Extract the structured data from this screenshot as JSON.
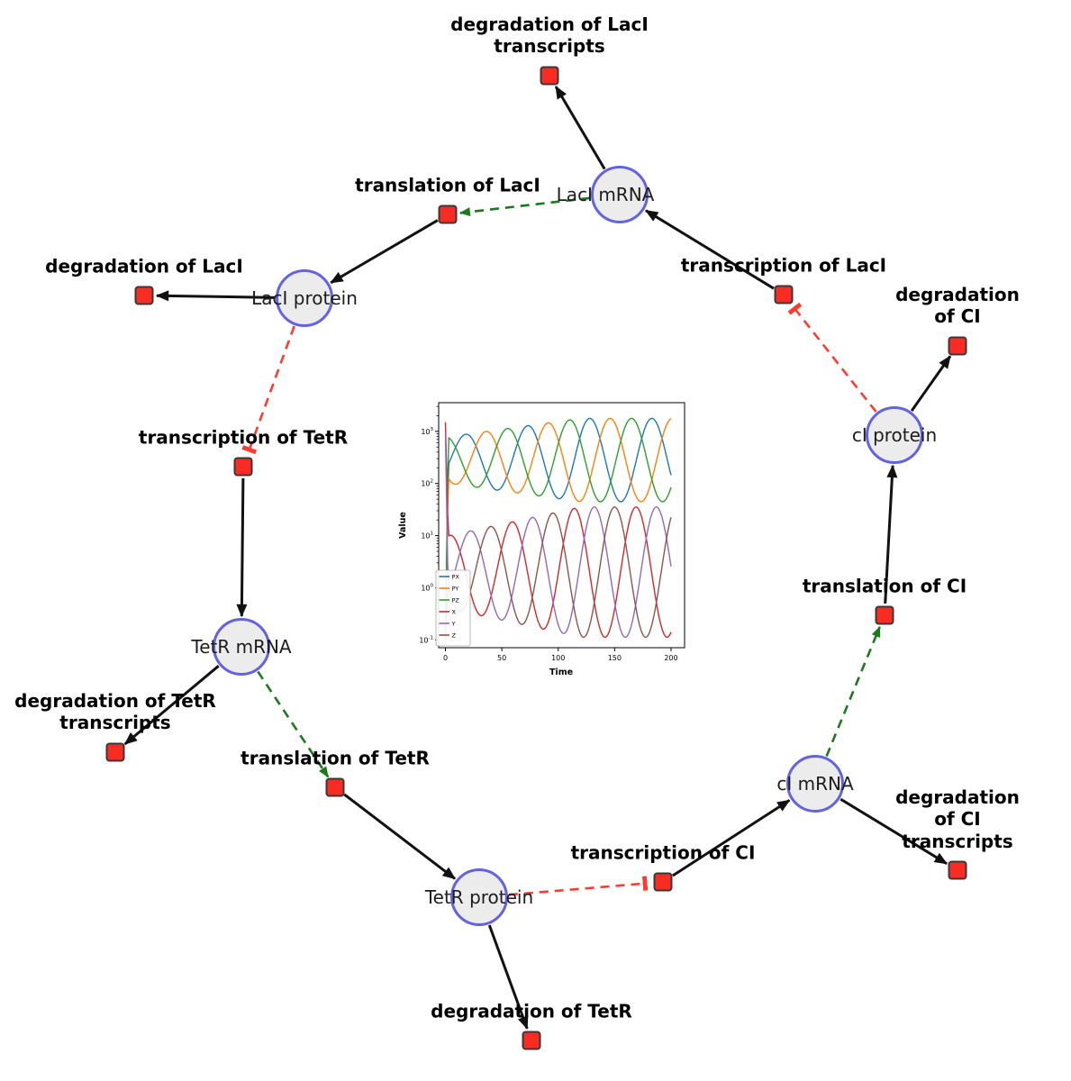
{
  "diagram": {
    "nodes": [
      {
        "id": "laci_mrna",
        "kind": "species",
        "label": "LacI mRNA"
      },
      {
        "id": "laci_prot",
        "kind": "species",
        "label": "LacI protein"
      },
      {
        "id": "tetr_mrna",
        "kind": "species",
        "label": "TetR mRNA"
      },
      {
        "id": "tetr_prot",
        "kind": "species",
        "label": "TetR protein"
      },
      {
        "id": "ci_mrna",
        "kind": "species",
        "label": "cI mRNA"
      },
      {
        "id": "ci_prot",
        "kind": "species",
        "label": "cI protein"
      },
      {
        "id": "deg_laci_tx",
        "kind": "reaction",
        "label": "degradation of LacI\ntranscripts"
      },
      {
        "id": "transl_laci",
        "kind": "reaction",
        "label": "translation of LacI"
      },
      {
        "id": "deg_laci",
        "kind": "reaction",
        "label": "degradation of LacI"
      },
      {
        "id": "txn_laci",
        "kind": "reaction",
        "label": "transcription of LacI"
      },
      {
        "id": "deg_ci",
        "kind": "reaction",
        "label": "degradation of CI"
      },
      {
        "id": "txn_tetr",
        "kind": "reaction",
        "label": "transcription of TetR"
      },
      {
        "id": "transl_ci",
        "kind": "reaction",
        "label": "translation of CI"
      },
      {
        "id": "deg_tetr_tx",
        "kind": "reaction",
        "label": "degradation of TetR\ntranscripts"
      },
      {
        "id": "transl_tetr",
        "kind": "reaction",
        "label": "translation of TetR"
      },
      {
        "id": "txn_ci",
        "kind": "reaction",
        "label": "transcription of CI"
      },
      {
        "id": "deg_ci_tx",
        "kind": "reaction",
        "label": "degradation of CI\ntranscripts"
      },
      {
        "id": "deg_tetr",
        "kind": "reaction",
        "label": "degradation of TetR"
      }
    ],
    "edges": [
      {
        "from": "laci_mrna",
        "to": "deg_laci_tx",
        "type": "consumption"
      },
      {
        "from": "laci_mrna",
        "to": "transl_laci",
        "type": "modifier"
      },
      {
        "from": "transl_laci",
        "to": "laci_prot",
        "type": "production"
      },
      {
        "from": "laci_prot",
        "to": "deg_laci",
        "type": "consumption"
      },
      {
        "from": "laci_prot",
        "to": "txn_tetr",
        "type": "inhibition"
      },
      {
        "from": "txn_tetr",
        "to": "tetr_mrna",
        "type": "production"
      },
      {
        "from": "tetr_mrna",
        "to": "deg_tetr_tx",
        "type": "consumption"
      },
      {
        "from": "tetr_mrna",
        "to": "transl_tetr",
        "type": "modifier"
      },
      {
        "from": "transl_tetr",
        "to": "tetr_prot",
        "type": "production"
      },
      {
        "from": "tetr_prot",
        "to": "deg_tetr",
        "type": "consumption"
      },
      {
        "from": "tetr_prot",
        "to": "txn_ci",
        "type": "inhibition"
      },
      {
        "from": "txn_ci",
        "to": "ci_mrna",
        "type": "production"
      },
      {
        "from": "ci_mrna",
        "to": "deg_ci_tx",
        "type": "consumption"
      },
      {
        "from": "ci_mrna",
        "to": "transl_ci",
        "type": "modifier"
      },
      {
        "from": "transl_ci",
        "to": "ci_prot",
        "type": "production"
      },
      {
        "from": "ci_prot",
        "to": "deg_ci",
        "type": "consumption"
      },
      {
        "from": "ci_prot",
        "to": "txn_laci",
        "type": "inhibition"
      },
      {
        "from": "txn_laci",
        "to": "laci_mrna",
        "type": "production"
      }
    ],
    "edge_types": {
      "consumption": {
        "color": "#111111",
        "style": "solid",
        "end": "arrow"
      },
      "production": {
        "color": "#111111",
        "style": "solid",
        "end": "arrow"
      },
      "modifier": {
        "color": "#1c7a1c",
        "style": "dashed",
        "end": "arrow"
      },
      "inhibition": {
        "color": "#ff3b30",
        "style": "dashed",
        "end": "tee"
      }
    },
    "colors": {
      "species_fill": "#ececec",
      "species_border": "#6363e2",
      "reaction_fill": "#f92c23",
      "reaction_border": "#383838",
      "background": "#ffffff"
    }
  },
  "chart_data": {
    "type": "line",
    "title": "",
    "xlabel": "Time",
    "ylabel": "Value",
    "x_ticks": [
      0,
      50,
      100,
      150,
      200
    ],
    "x_range": [
      -6,
      212
    ],
    "y_scale": "log",
    "y_tick_exponents": [
      -1,
      0,
      1,
      2,
      3
    ],
    "y_log_range": [
      -1.15,
      3.55
    ],
    "grid": false,
    "legend_position": "lower left",
    "legend_entries": [
      "PX",
      "PY",
      "PZ",
      "X",
      "Y",
      "Z"
    ],
    "t_max": 200,
    "period": 55,
    "amp_ramp": {
      "start_frac": 0.55,
      "full_at_t": 120
    },
    "series": [
      {
        "name": "PX",
        "color": "#1f77b4",
        "log_center": 2.45,
        "log_amp": 0.8,
        "peak_t": 18,
        "start_value": 0.1
      },
      {
        "name": "PY",
        "color": "#ff7f0e",
        "log_center": 2.45,
        "log_amp": 0.8,
        "peak_t": 36,
        "start_value": 0.12
      },
      {
        "name": "PZ",
        "color": "#2ca02c",
        "log_center": 2.45,
        "log_amp": 0.8,
        "peak_t": 55,
        "start_value": 0.1
      },
      {
        "name": "X",
        "color": "#d62728",
        "log_center": 0.3,
        "log_amp": 1.25,
        "peak_t": 4,
        "start_value": 1500
      },
      {
        "name": "Y",
        "color": "#9467bd",
        "log_center": 0.3,
        "log_amp": 1.25,
        "peak_t": 22,
        "start_value": 900
      },
      {
        "name": "Z",
        "color": "#8c564b",
        "log_center": 0.3,
        "log_amp": 1.25,
        "peak_t": 40,
        "start_value": 0.15
      }
    ]
  }
}
